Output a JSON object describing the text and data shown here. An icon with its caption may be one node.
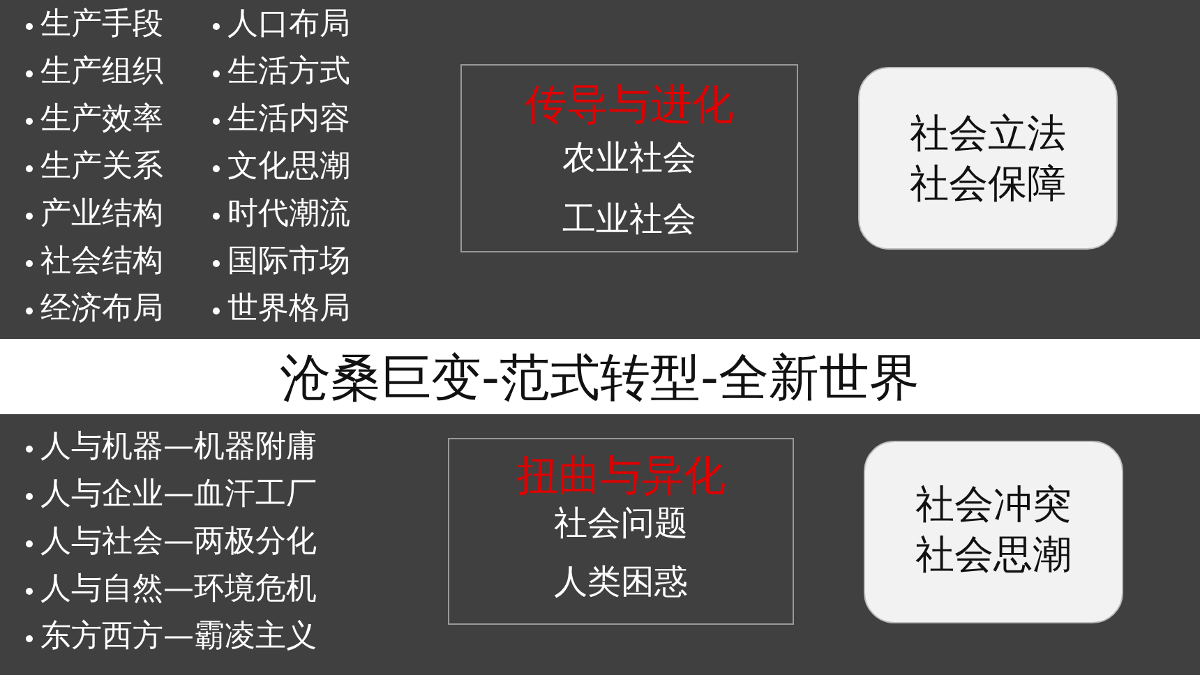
{
  "diagram": {
    "nodes": [
      {
        "text": [
          "传导与进化",
          "农业社会",
          "工业社会"
        ]
      },
      {
        "text": [
          "社会立法",
          "社会保障"
        ]
      },
      {
        "text": [
          "沧桑巨变-范式转型-全新世界"
        ]
      },
      {
        "text": [
          "扭曲与异化",
          "社会问题",
          "人类困惑"
        ]
      },
      {
        "text": [
          "社会冲突",
          "社会思潮"
        ]
      }
    ],
    "labels": [
      "生产手段",
      "生产组织",
      "生产效率",
      "生产关系",
      "产业结构",
      "社会结构",
      "经济布局",
      "人口布局",
      "生活方式",
      "生活内容",
      "文化思潮",
      "时代潮流",
      "国际市场",
      "世界格局",
      "人与机器—机器附庸",
      "人与企业—血汗工厂",
      "人与社会—两极分化",
      "人与自然—环境危机",
      "东方西方—霸凌主义"
    ]
  }
}
